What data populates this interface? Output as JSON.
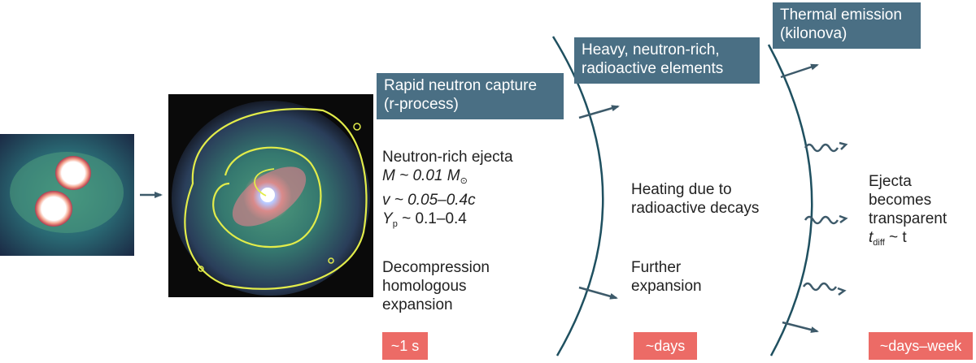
{
  "labels": {
    "rprocess": [
      "Rapid neutron capture",
      "(r-process)"
    ],
    "heavy": [
      "Heavy, neutron-rich,",
      "radioactive elements"
    ],
    "thermal": [
      "Thermal emission",
      "(kilonova)"
    ]
  },
  "ejecta": {
    "title": "Neutron-rich ejecta",
    "mass_prefix": "M ~ 0.01 M",
    "mass_sub": "⊙",
    "velocity": "v  ~ 0.05–0.4c",
    "yp_prefix": "Y",
    "yp_sub": "p",
    "yp_value": " ~ 0.1–0.4"
  },
  "decompression": [
    "Decompression",
    "homologous",
    "expansion"
  ],
  "heating": [
    "Heating due to",
    "radioactive decays"
  ],
  "further": [
    "Further",
    "expansion"
  ],
  "transparent": {
    "lines": [
      "Ejecta",
      "becomes",
      "transparent"
    ],
    "t_prefix": "t",
    "t_sub": "diff",
    "t_suffix": " ~ t"
  },
  "timescales": [
    "~1 s",
    "~days",
    "~days–week"
  ],
  "colors": {
    "label_box": "#4a6f84",
    "timescale_box": "#ec6b66",
    "arrow": "#3d5a6a",
    "contour": "#e2ec4a"
  }
}
